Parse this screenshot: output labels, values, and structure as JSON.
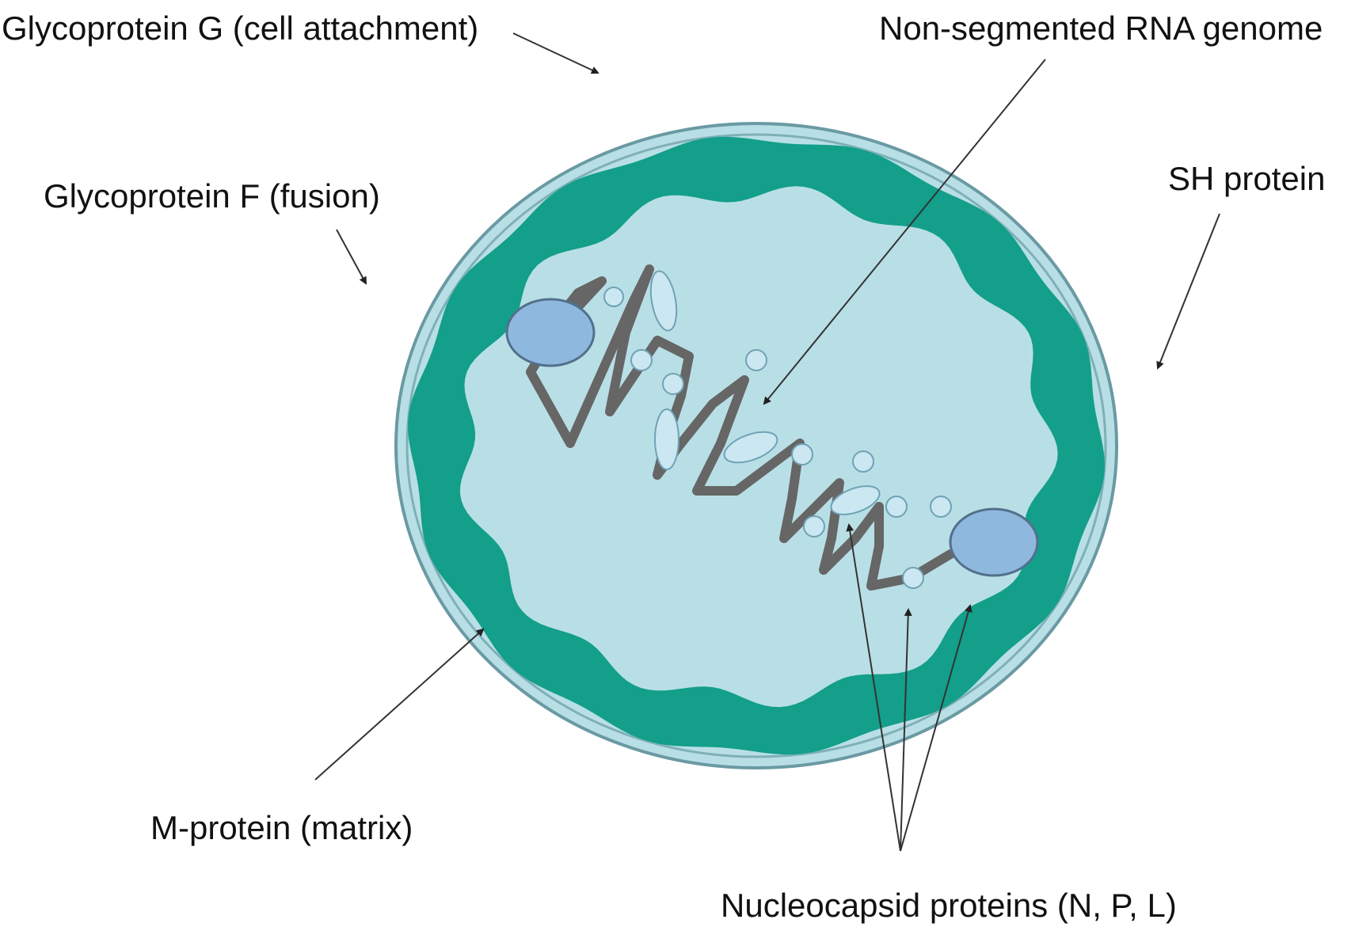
{
  "labels": {
    "glycoprotein_g": "Glycoprotein G (cell attachment)",
    "rna_genome": "Non-segmented RNA genome",
    "glycoprotein_f": "Glycoprotein F (fusion)",
    "sh_protein": "SH protein",
    "m_protein": "M-protein (matrix)",
    "nucleocapsid": "Nucleocapsid proteins (N, P, L)"
  },
  "colors": {
    "matrix": "#139f8a",
    "envelope": "#b9dfe6",
    "envelope_edge": "#6a9aa3",
    "glycoprotein_g": "#c36aa9",
    "glycoprotein_f": "#5b3a1e",
    "sh_protein": "#f5e77a",
    "rna": "#6b6b6b",
    "nucleocapsid_small": "#cbe7f2",
    "nucleocapsid_large": "#8fb8de",
    "arrow": "#333333"
  }
}
